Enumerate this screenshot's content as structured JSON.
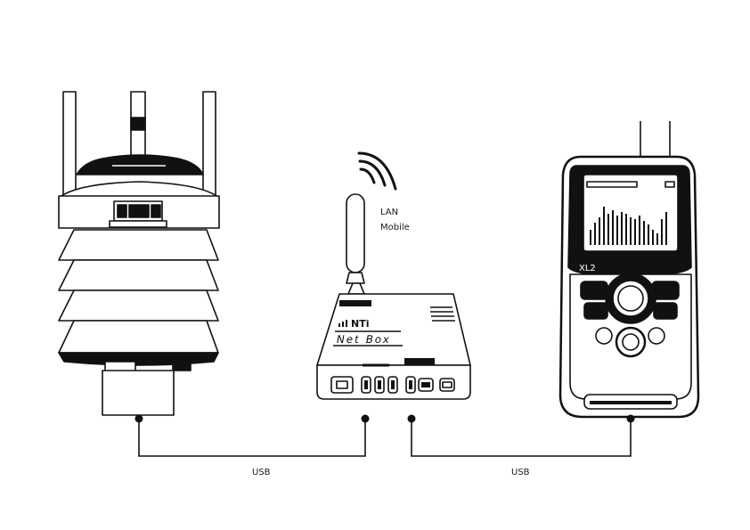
{
  "labels": {
    "lan": "LAN",
    "mobile": "Mobile",
    "usb_left": "USB",
    "usb_right": "USB"
  },
  "devices": {
    "netbox_brand": "NTi",
    "netbox_model": "Net Box",
    "meter_model": "XL2"
  },
  "icons": {
    "weather_station": "weather-station-icon",
    "net_box": "router-icon",
    "wireless": "wifi-signal-icon",
    "meter": "sound-level-meter-icon"
  },
  "colors": {
    "stroke": "#111111",
    "background": "#ffffff"
  }
}
